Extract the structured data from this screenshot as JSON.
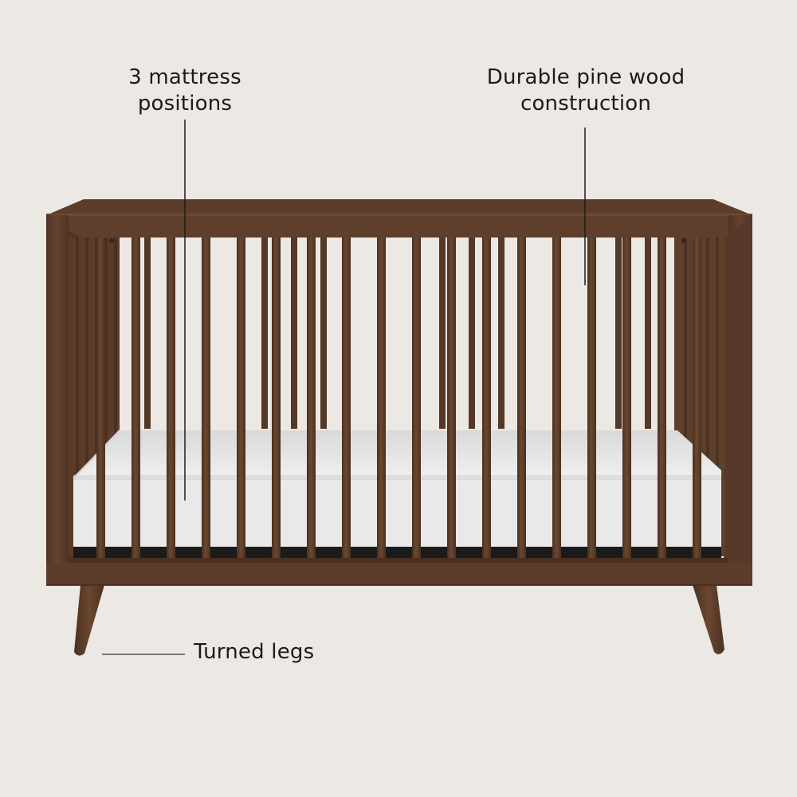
{
  "product": {
    "name": "Crib",
    "finish_color": "#5a3c2a",
    "background_color": "#ece8e4",
    "mattress_color": "#ebebeb"
  },
  "callouts": [
    {
      "id": "mattress",
      "lines": [
        "3 mattress",
        "positions"
      ],
      "pointer": "vertical-line-to-mattress"
    },
    {
      "id": "wood",
      "lines": [
        "Durable pine wood",
        "construction"
      ],
      "pointer": "vertical-line-to-top-rail"
    },
    {
      "id": "legs",
      "lines": [
        "Turned legs"
      ],
      "pointer": "horizontal-line-to-leg"
    }
  ],
  "crib": {
    "front_slat_count": 18
  }
}
